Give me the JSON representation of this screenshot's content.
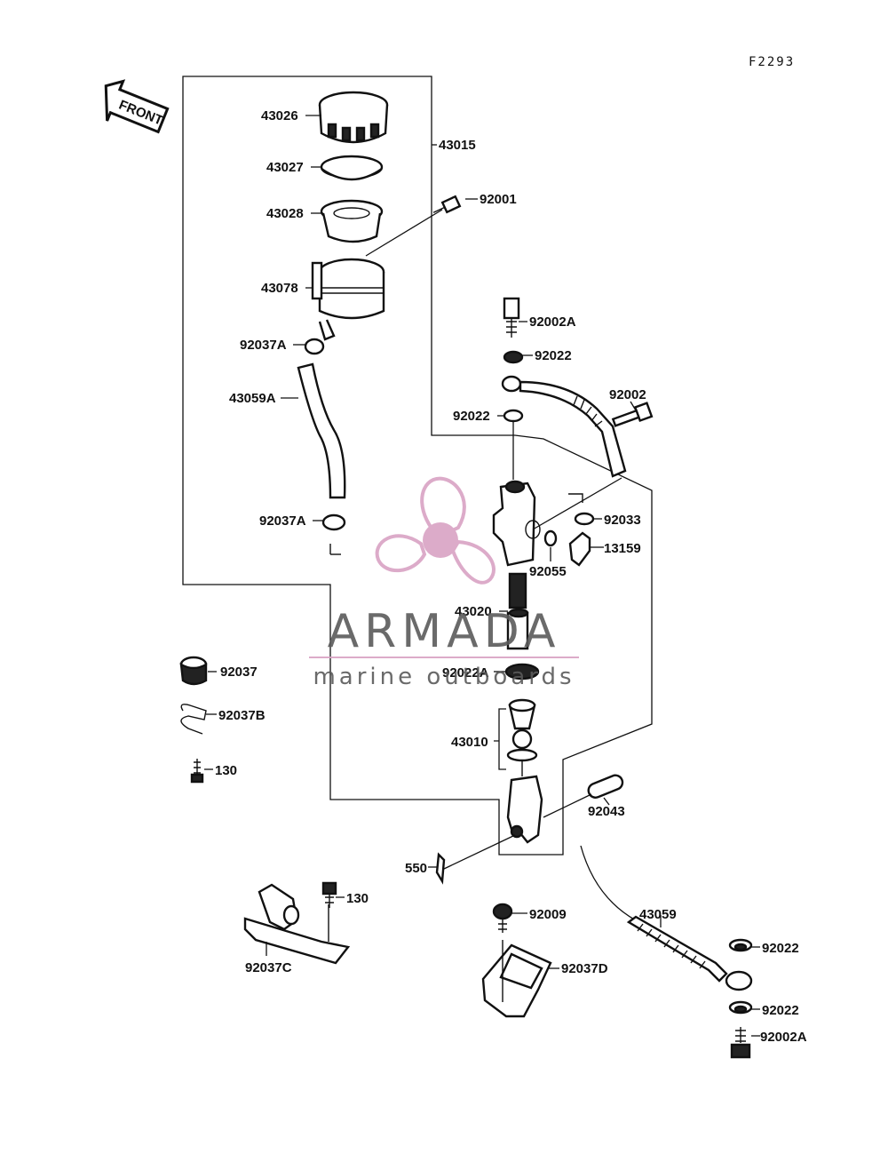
{
  "figure_code": "F2293",
  "front_label": "FRONT",
  "watermark": {
    "brand": "ARMADA",
    "tagline": "marine outboards",
    "accent_color": "#d9a2c4",
    "text_color": "#5a5a5a"
  },
  "part_labels": {
    "p43026": "43026",
    "p43027": "43027",
    "p43028": "43028",
    "p43078": "43078",
    "p43015": "43015",
    "p92001": "92001",
    "p92037A_top": "92037A",
    "p43059A": "43059A",
    "p92037A_bottom": "92037A",
    "p92002A_top": "92002A",
    "p92022_a": "92022",
    "p92002": "92002",
    "p92022_b": "92022",
    "p92033": "92033",
    "p13159": "13159",
    "p92055": "92055",
    "p43020": "43020",
    "p92022A": "92022A",
    "p43010": "43010",
    "p92037": "92037",
    "p92037B": "92037B",
    "p130_a": "130",
    "p92043": "92043",
    "p550": "550",
    "p130_b": "130",
    "p92037C": "92037C",
    "p92009": "92009",
    "p92037D": "92037D",
    "p43059": "43059",
    "p92022_c": "92022",
    "p92022_d": "92022",
    "p92002A_bottom": "92002A"
  }
}
